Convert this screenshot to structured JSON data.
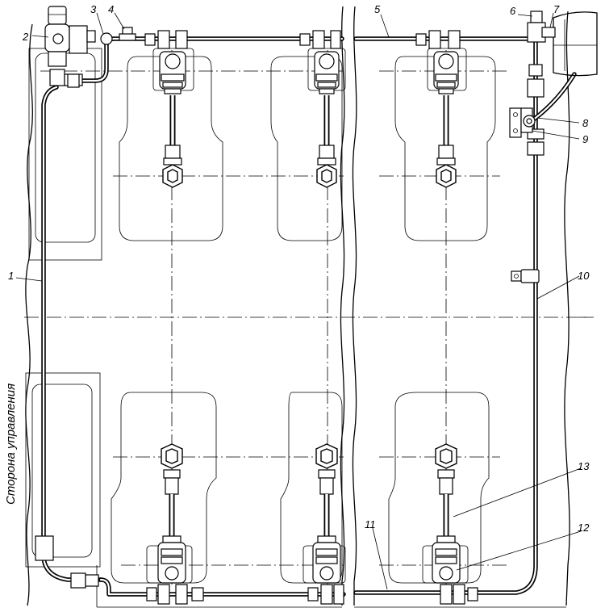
{
  "diagram": {
    "side_caption": "Сторона управления",
    "callouts": [
      {
        "id": "c1",
        "text": "1"
      },
      {
        "id": "c2",
        "text": "2"
      },
      {
        "id": "c3",
        "text": "3"
      },
      {
        "id": "c4",
        "text": "4"
      },
      {
        "id": "c5",
        "text": "5"
      },
      {
        "id": "c6",
        "text": "6"
      },
      {
        "id": "c7",
        "text": "7"
      },
      {
        "id": "c8",
        "text": "8"
      },
      {
        "id": "c9",
        "text": "9"
      },
      {
        "id": "c10",
        "text": "10"
      },
      {
        "id": "c11",
        "text": "11"
      },
      {
        "id": "c12",
        "text": "12"
      },
      {
        "id": "c13",
        "text": "13"
      }
    ]
  }
}
